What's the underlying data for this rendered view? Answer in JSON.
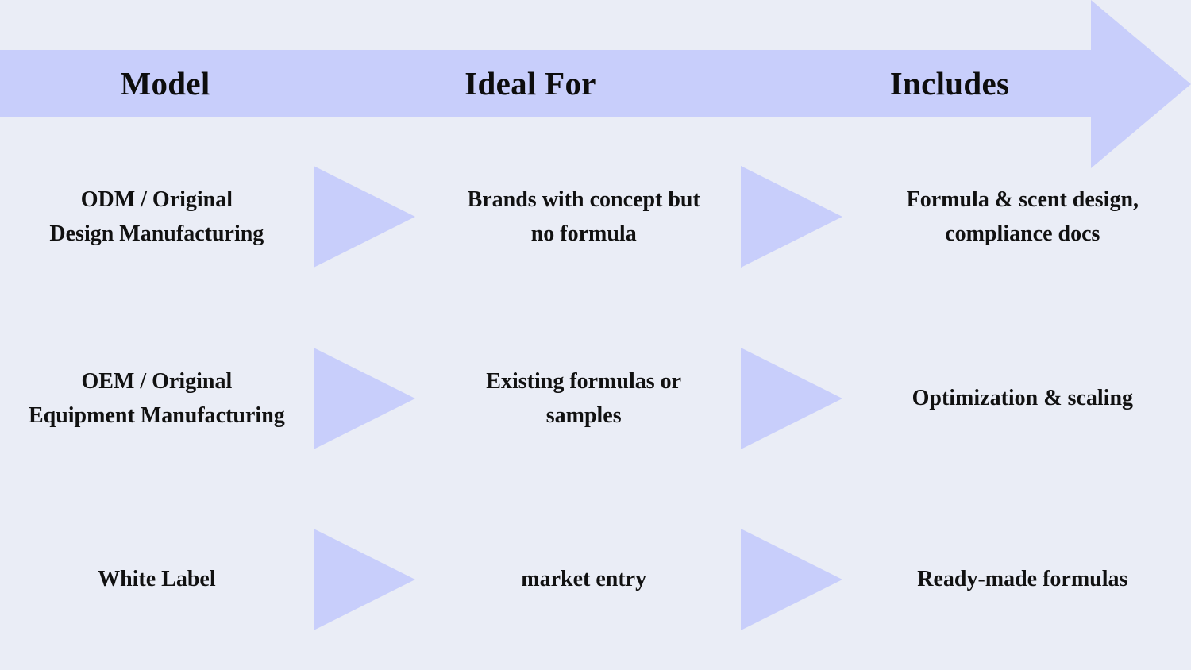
{
  "diagram": {
    "title_bar": {
      "shape": "right-arrow-banner",
      "fill_color": "#c8cefb",
      "headers": [
        {
          "label": "Model",
          "name": "header-model"
        },
        {
          "label": "Ideal For",
          "name": "header-ideal-for"
        },
        {
          "label": "Includes",
          "name": "header-includes"
        }
      ]
    },
    "background_color": "#eaedf6",
    "accent_color": "#c8cefb",
    "text_color": "#111111",
    "connector_icon": "triangle-right-icon",
    "rows": [
      {
        "model": "ODM / Original\nDesign Manufacturing",
        "model_line1": "ODM / Original",
        "model_line2": "Design Manufacturing",
        "ideal_for": "Brands with concept but\nno formula",
        "ideal_for_line1": "Brands with concept but",
        "ideal_for_line2": "no formula",
        "includes": "Formula & scent design,\ncompliance docs",
        "includes_line1": "Formula & scent design,",
        "includes_line2": "compliance docs"
      },
      {
        "model": "OEM  / Original\nEquipment Manufacturing",
        "model_line1": "OEM  / Original",
        "model_line2": "Equipment Manufacturing",
        "ideal_for": "Existing formulas or\nsamples",
        "ideal_for_line1": "Existing formulas or",
        "ideal_for_line2": "samples",
        "includes": "Optimization & scaling",
        "includes_line1": "Optimization & scaling",
        "includes_line2": ""
      },
      {
        "model": "White Label",
        "model_line1": "White Label",
        "model_line2": "",
        "ideal_for": "market entry",
        "ideal_for_line1": "market entry",
        "ideal_for_line2": "",
        "includes": "Ready-made formulas",
        "includes_line1": "Ready-made formulas",
        "includes_line2": ""
      }
    ]
  }
}
